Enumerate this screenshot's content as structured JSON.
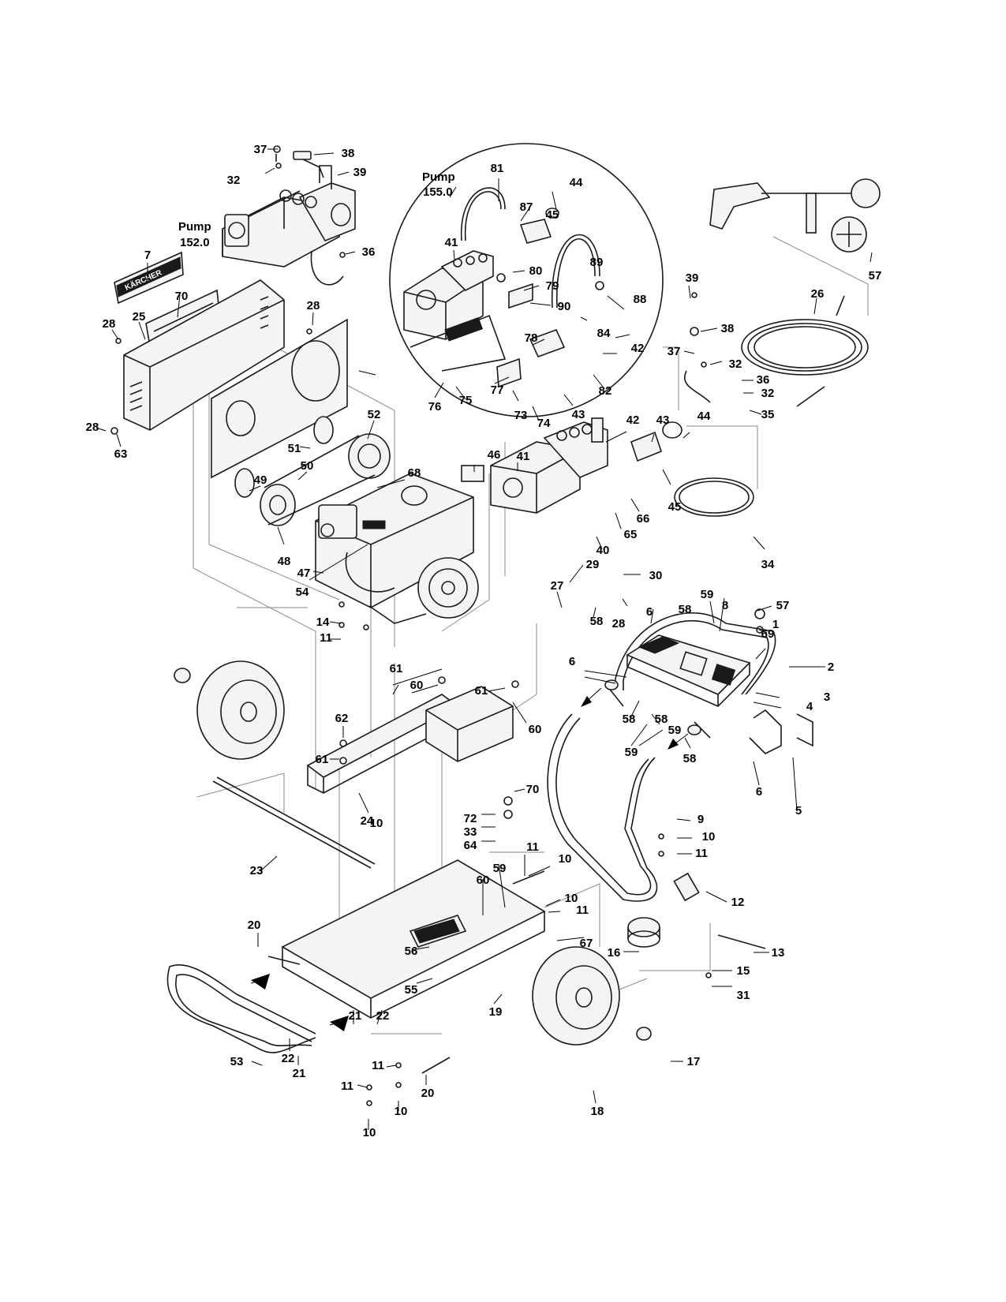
{
  "labels": {
    "pump_152": [
      "Pump",
      "152.0"
    ],
    "pump_155": [
      "Pump",
      "155.0"
    ],
    "brand": "KÄRCHER"
  },
  "callouts": [
    "1",
    "2",
    "3",
    "4",
    "5",
    "6",
    "6",
    "6",
    "7",
    "8",
    "9",
    "10",
    "10",
    "10",
    "10",
    "10",
    "10",
    "11",
    "11",
    "11",
    "11",
    "11",
    "11",
    "12",
    "13",
    "14",
    "15",
    "16",
    "17",
    "18",
    "19",
    "20",
    "20",
    "21",
    "21",
    "22",
    "22",
    "23",
    "24",
    "25",
    "26",
    "27",
    "28",
    "28",
    "28",
    "28",
    "29",
    "30",
    "31",
    "32",
    "32",
    "32",
    "33",
    "34",
    "35",
    "36",
    "36",
    "37",
    "37",
    "38",
    "38",
    "39",
    "39",
    "40",
    "41",
    "41",
    "42",
    "42",
    "43",
    "43",
    "44",
    "44",
    "45",
    "45",
    "46",
    "47",
    "48",
    "49",
    "50",
    "51",
    "52",
    "53",
    "54",
    "55",
    "56",
    "57",
    "57",
    "58",
    "58",
    "58",
    "58",
    "58",
    "59",
    "59",
    "59",
    "59",
    "60",
    "60",
    "60",
    "61",
    "61",
    "61",
    "62",
    "63",
    "64",
    "65",
    "66",
    "67",
    "68",
    "69",
    "70",
    "70",
    "72",
    "73",
    "74",
    "75",
    "76",
    "77",
    "78",
    "79",
    "80",
    "81",
    "82",
    "84",
    "87",
    "88",
    "89",
    "90"
  ],
  "colors": {
    "line": "#1a1a1a",
    "guide": "#8a8a8a",
    "background": "#ffffff"
  }
}
